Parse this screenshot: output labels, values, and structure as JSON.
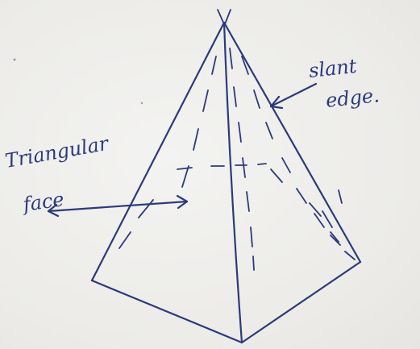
{
  "labels": {
    "slant_line1": "slant",
    "slant_line2": "edge.",
    "face_line1": "Triangular",
    "face_line2": "face"
  },
  "colors": {
    "ink": "#2b3a7a",
    "paper": "#efefed"
  }
}
